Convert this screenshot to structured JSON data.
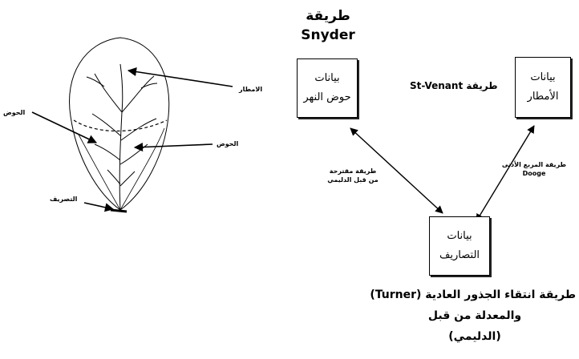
{
  "leaf": {
    "label_rain": "الامطار",
    "label_basin_left": "الحوض",
    "label_basin_right": "الحوض",
    "label_discharge": "التصريف"
  },
  "snyder": {
    "line1": "طريقة",
    "line2": "Snyder"
  },
  "boxes": {
    "river_basin": {
      "line1": "بيانات",
      "line2": "حوض النهر"
    },
    "rainfall": {
      "line1": "بيانات",
      "line2": "الأمطار"
    },
    "discharge": {
      "line1": "بيانات",
      "line2": "التصاريف"
    }
  },
  "stvenant": "طريقة St-Venant",
  "left_method": {
    "line1": "طريقة مقترحة",
    "line2": "من قبل الدليمي"
  },
  "right_method": {
    "line1": "طريقة المربع الأدنى",
    "line2": "Dooge"
  },
  "bottom_method": {
    "line1": "طريقة انتقاء الجذور العادية (Turner)",
    "line2": "والمعدلة من قبل",
    "line3": "(الدليمي)"
  }
}
